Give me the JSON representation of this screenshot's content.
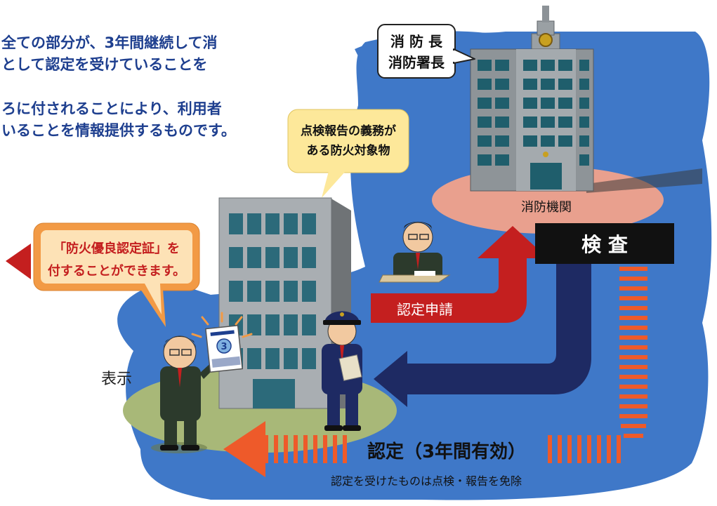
{
  "intro": {
    "line1": "全ての部分が、3年間継続して消",
    "line2": "として認定を受けていることを",
    "line3": "ろに付されることにより、利用者",
    "line4": "いることを情報提供するものです。"
  },
  "fire_dept": {
    "callout_line1": "消 防 長",
    "callout_line2": "消防署長",
    "label": "消防機関"
  },
  "target_building": {
    "callout_line1": "点検報告の義務が",
    "callout_line2": "ある防火対象物"
  },
  "certificate": {
    "callout_line1": "「防火優良認定証」を",
    "callout_line2": "付することができます。",
    "badge_number": "3"
  },
  "flows": {
    "inspection": "検 査",
    "application": "認定申請",
    "certification": "認定（3年間有効）",
    "exemption": "認定を受けたものは点検・報告を免除",
    "display": "表示"
  },
  "colors": {
    "intro_text": "#1e3f8f",
    "blue_area": "#3f78c8",
    "green_area": "#a8b878",
    "salmon_area": "#e9a08e",
    "red_arrow": "#c41f1f",
    "navy_arrow": "#1e2a63",
    "orange_callout": "#f29a45",
    "yellow_callout": "#fde89a",
    "inspection_box": "#111111"
  }
}
